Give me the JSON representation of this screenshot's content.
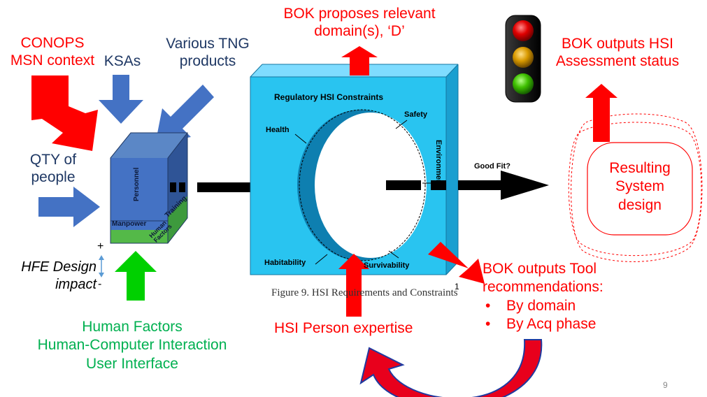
{
  "top_left": {
    "line1": "CONOPS",
    "line2": "MSN context"
  },
  "ksas": "KSAs",
  "tng": {
    "line1": "Various TNG",
    "line2": "products"
  },
  "qty": {
    "line1": "QTY of",
    "line2": "people"
  },
  "box_labels": {
    "personnel": "Personnel",
    "manpower": "Manpower",
    "training": "Training",
    "human_factors": "Human Factors"
  },
  "hfe": {
    "plus": "+",
    "line1": "HFE Design",
    "line2": "impact",
    "minus": "-"
  },
  "bottom_green": {
    "line1": "Human Factors",
    "line2": "Human-Computer Interaction",
    "line3": "User Interface"
  },
  "bok_domain": {
    "line1": "BOK proposes relevant",
    "line2": "domain(s), ‘D’"
  },
  "bok_status": {
    "line1": "BOK outputs HSI",
    "line2": "Assessment status"
  },
  "figure": {
    "title": "Regulatory HSI Constraints",
    "health": "Health",
    "safety": "Safety",
    "environment": "Environment",
    "habitability": "Habitability",
    "survivability": "Survivability",
    "good_fit": "Good Fit?",
    "caption": "Figure 9.  HSI Requirements and Constraints",
    "marker": "1"
  },
  "resulting": {
    "line1": "Resulting",
    "line2": "System",
    "line3": "design"
  },
  "bok_tools": {
    "line1": "BOK outputs Tool",
    "line2": "recommendations:",
    "items": [
      "By domain",
      "By Acq phase"
    ]
  },
  "hsi_person": "HSI Person expertise",
  "page_number": "9",
  "colors": {
    "red": "#ff0000",
    "navy": "#1f3864",
    "green": "#00b050",
    "blue_arrow": "#4472c4",
    "figure_fill": "#29c4f0"
  },
  "icons": [
    "traffic-light-icon"
  ]
}
